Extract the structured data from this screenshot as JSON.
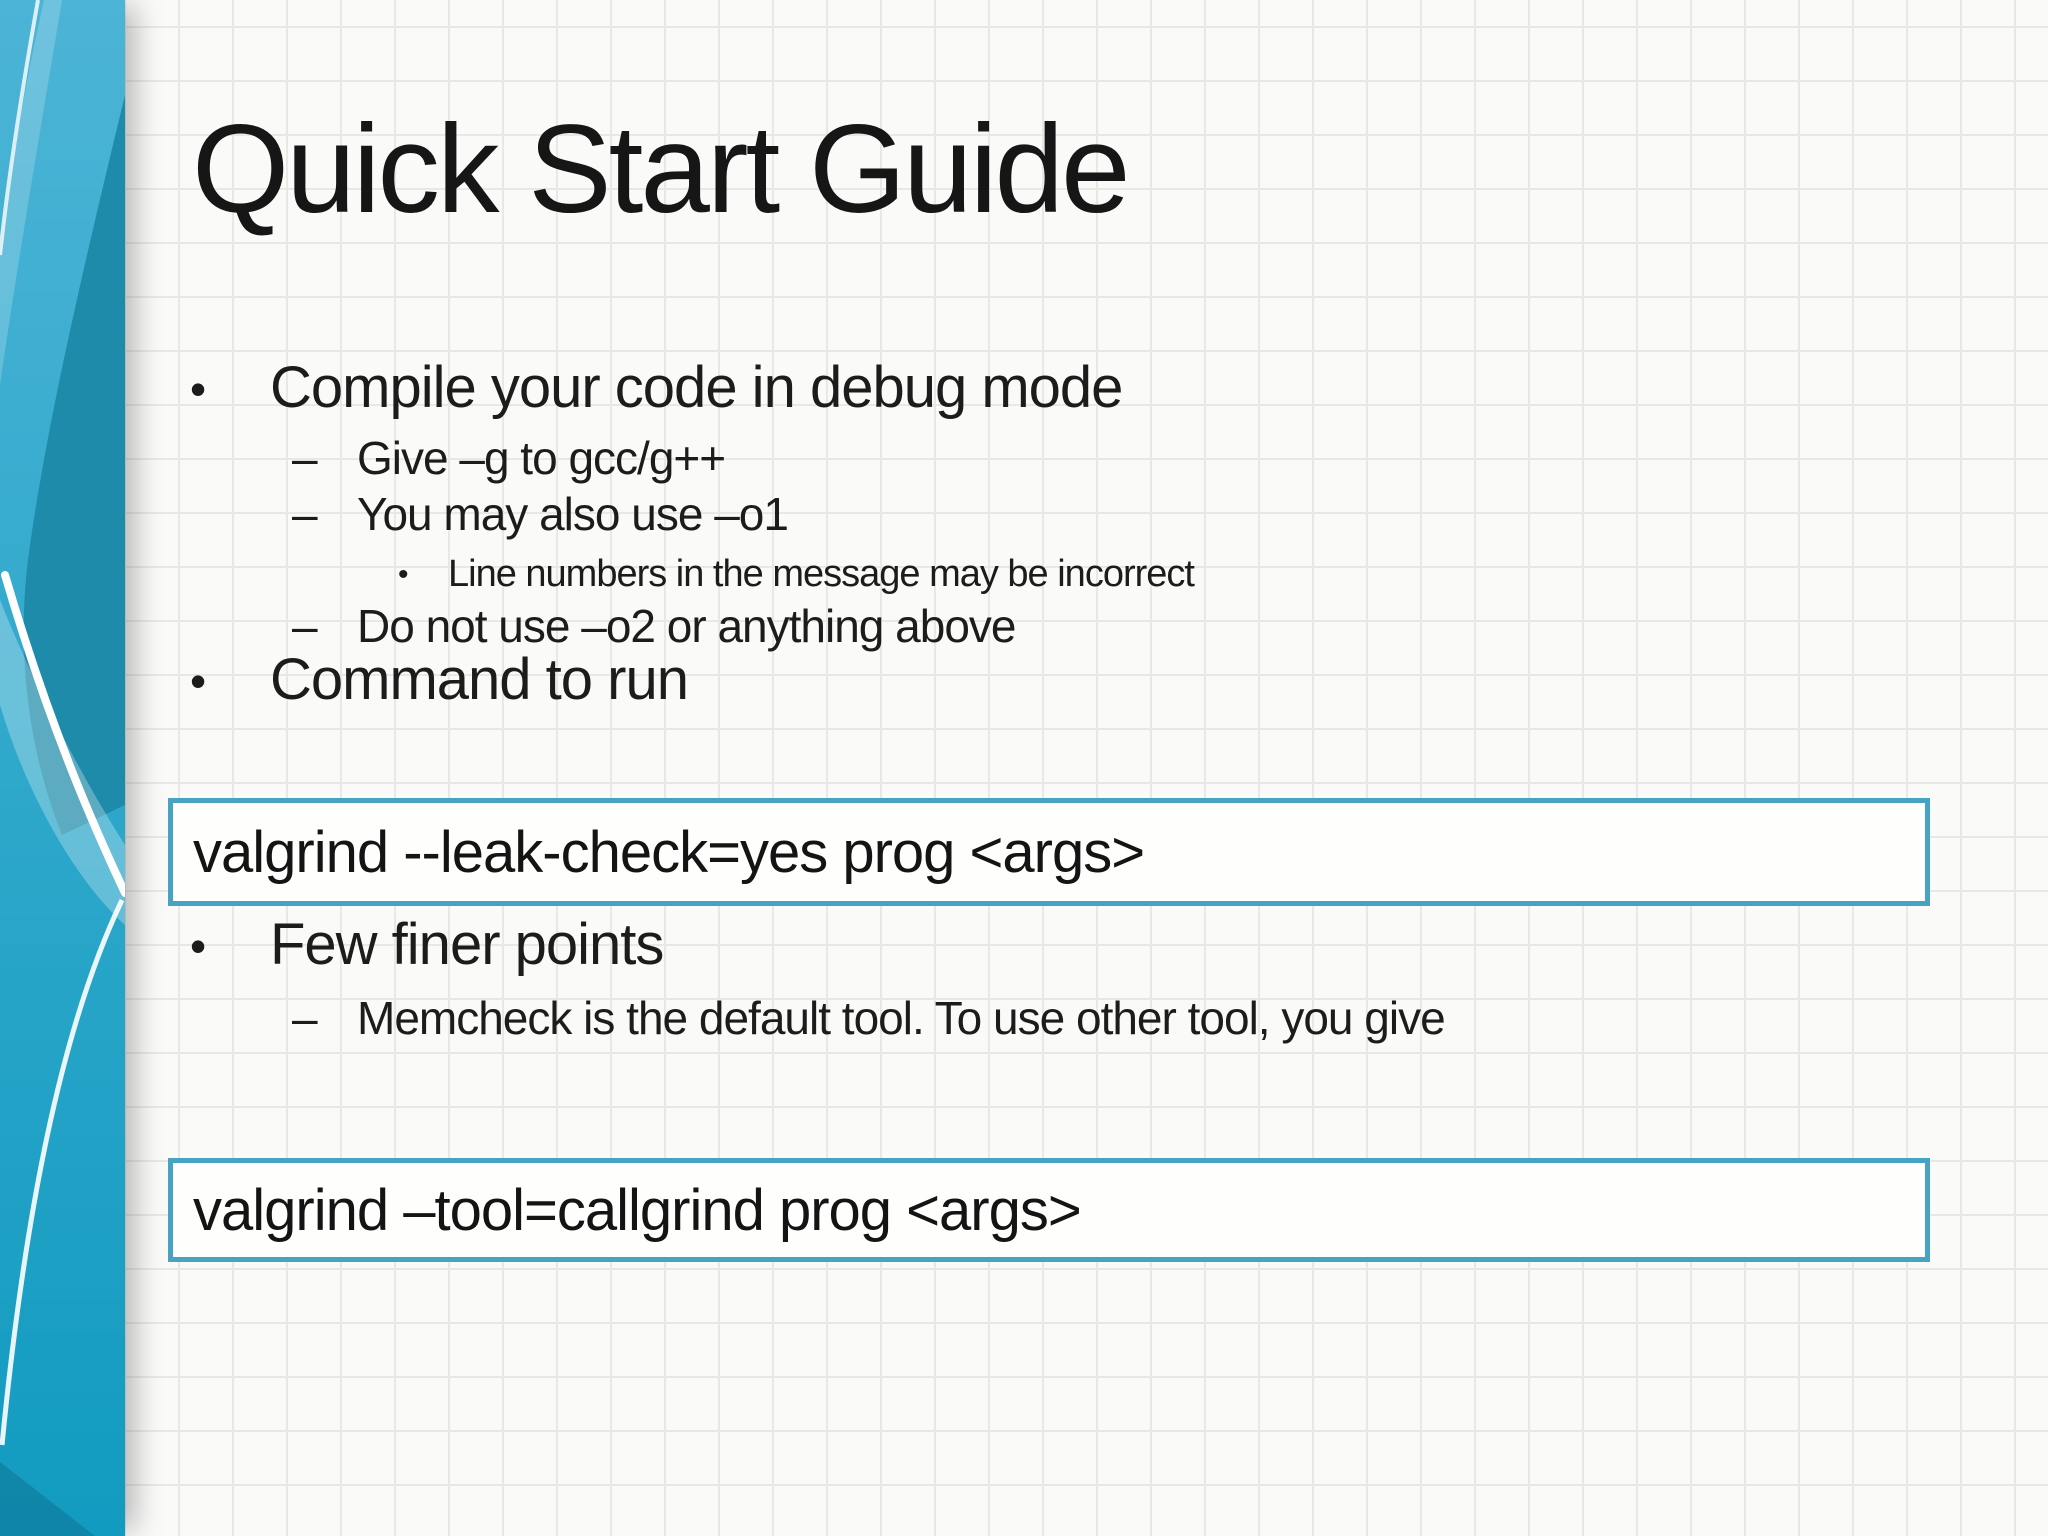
{
  "slide": {
    "title": "Quick Start Guide",
    "bullets": [
      {
        "level": 1,
        "marker": "•",
        "text": "Compile your code in debug mode"
      },
      {
        "level": 2,
        "marker": "–",
        "text": "Give –g to gcc/g++"
      },
      {
        "level": 2,
        "marker": "–",
        "text": "You may also use –o1"
      },
      {
        "level": 3,
        "marker": "•",
        "text": "Line numbers in the message may be incorrect"
      },
      {
        "level": 2,
        "marker": "–",
        "text": "Do not use –o2 or anything above"
      },
      {
        "level": 1,
        "marker": "•",
        "text": "Command to run"
      },
      {
        "level": 1,
        "marker": "•",
        "text": "Few finer points"
      },
      {
        "level": 2,
        "marker": "–",
        "text": "Memcheck is the default tool. To use other tool, you give"
      }
    ],
    "code_boxes": [
      {
        "text": "valgrind --leak-check=yes prog <args>"
      },
      {
        "text": "valgrind –tool=callgrind prog <args>"
      }
    ],
    "colors": {
      "accent_border": "#47a3c1",
      "sidebar_top": "#4cb4d6",
      "sidebar_bottom": "#129bc0",
      "sidebar_dark": "#1d89a8",
      "grid_line": "#e8e8e4",
      "background": "#fafaf8",
      "text": "#1c1c1c"
    }
  }
}
